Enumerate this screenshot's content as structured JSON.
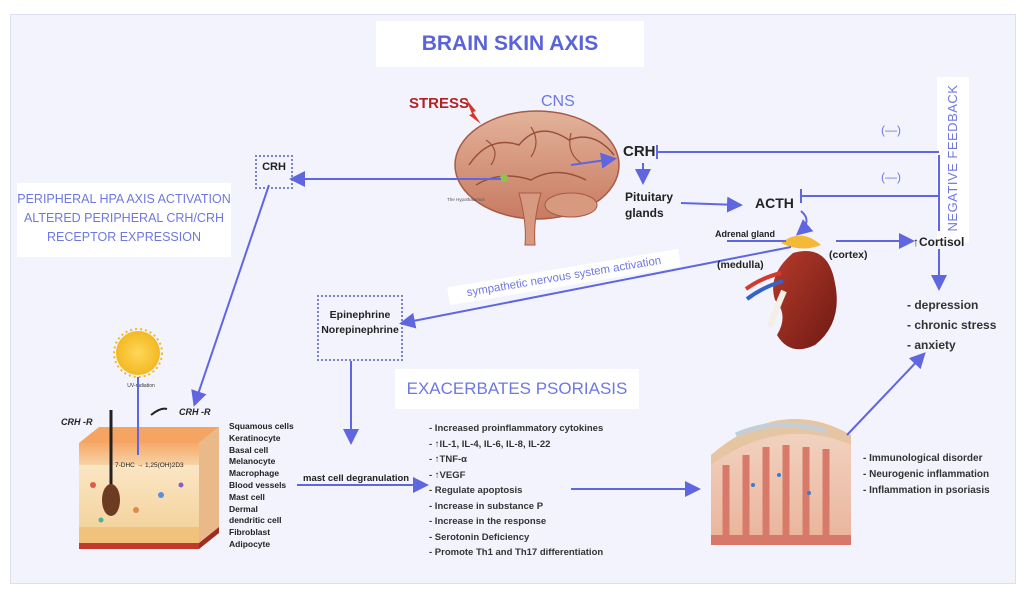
{
  "title": "BRAIN SKIN AXIS",
  "labels": {
    "stress": "STRESS",
    "cns": "CNS",
    "crh_center": "CRH",
    "crh_left": "CRH",
    "pituitary": [
      "Pituitary",
      "glands"
    ],
    "acth": "ACTH",
    "cortisol": "Cortisol",
    "adrenal_gland": "Adrenal gland",
    "medulla": "(medulla)",
    "cortex": "(cortex)",
    "negative_feedback": "NEGATIVE FEEDBACK",
    "minus_1": "(—)",
    "minus_2": "(—)",
    "sympathetic": "sympathetic nervous system activation",
    "epinephrine": "Epinephrine",
    "norepinephrine": "Norepinephrine",
    "exacerbates": "EXACERBATES PSORIASIS",
    "mast_cell": "mast cell degranulation",
    "uv_radiation": "UV-radiation",
    "crh_r_left": "CRH -R",
    "crh_r_right": "CRH -R",
    "dhc": "7-DHC → 1,25(OH)2D3",
    "hypothalamus": "The Hypothalamus"
  },
  "peripheral_hpa": [
    "PERIPHERAL HPA AXIS ACTIVATION",
    "ALTERED PERIPHERAL CRH/CRH",
    "RECEPTOR EXPRESSION"
  ],
  "outcomes": [
    "- depression",
    "- chronic stress",
    "- anxiety"
  ],
  "skin_layers": [
    "Squamous cells",
    "Keratinocyte",
    "Basal cell",
    "Melanocyte",
    "Macrophage",
    "Blood vessels",
    "Mast cell",
    "Dermal",
    "dendritic cell",
    "Fibroblast",
    "Adipocyte"
  ],
  "effects": [
    "- Increased proinflammatory cytokines",
    "- ↑IL-1, IL-4, IL-6, IL-8, IL-22",
    "- ↑TNF-α",
    "- ↑VEGF",
    "- Regulate apoptosis",
    "- Increase in substance P",
    "- Increase in the response",
    "- Serotonin Deficiency",
    "- Promote Th1 and Th17 differentiation"
  ],
  "psoriasis_outcomes": [
    "- Immunological disorder",
    "- Neurogenic inflammation",
    "- Inflammation in psoriasis"
  ],
  "colors": {
    "arrow": "#5f66e0",
    "title": "#5b63d9",
    "stress": "#b22222",
    "background": "#f2f3fd"
  }
}
